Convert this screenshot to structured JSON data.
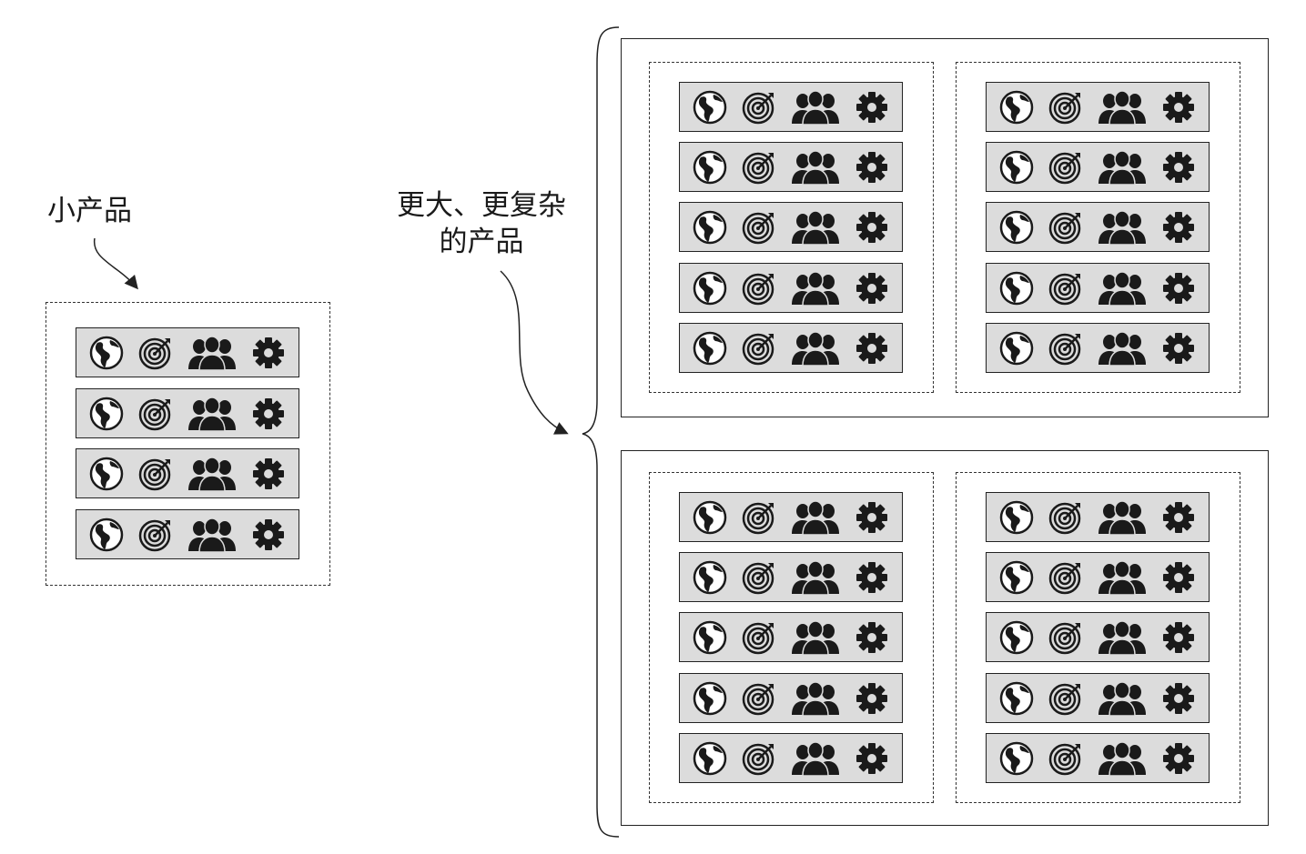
{
  "labels": {
    "small_product": "小产品",
    "large_product_line1": "更大、更复杂",
    "large_product_line2": "的产品"
  },
  "module_icons": [
    "globe-icon",
    "target-icon",
    "team-icon",
    "gear-icon"
  ],
  "colors": {
    "row_fill": "#dcdcdc",
    "stroke": "#222222",
    "icon": "#1a1a1a"
  },
  "small_product": {
    "modules": 4
  },
  "large_product": {
    "sections": 2,
    "groups_per_section": 2,
    "modules_per_group": 5
  }
}
